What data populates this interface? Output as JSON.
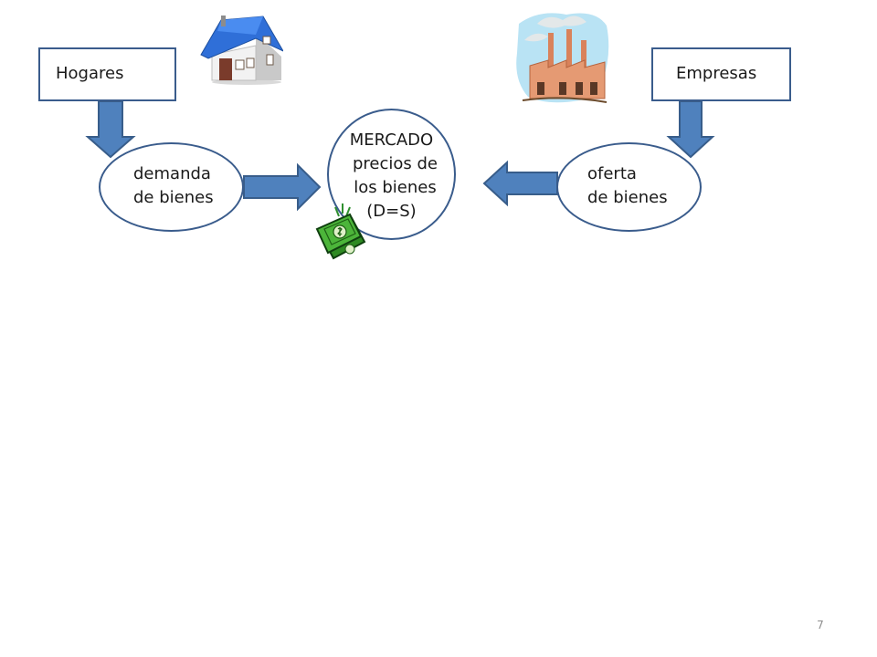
{
  "nodes": {
    "hogares": "Hogares",
    "empresas": "Empresas",
    "demanda": [
      "demanda",
      "de bienes"
    ],
    "oferta": [
      "oferta",
      "de bienes"
    ],
    "mercado": [
      "MERCADO",
      "precios de",
      "los bienes",
      "(D=S)"
    ]
  },
  "icons": {
    "house": "house-icon",
    "factory": "factory-icon",
    "money": "money-icon"
  },
  "colors": {
    "arrow_fill": "#4f81bd",
    "arrow_stroke": "#385d8a",
    "shape_border": "#3a5c8c",
    "money_green": "#3a9a2a"
  },
  "page_number": "7"
}
